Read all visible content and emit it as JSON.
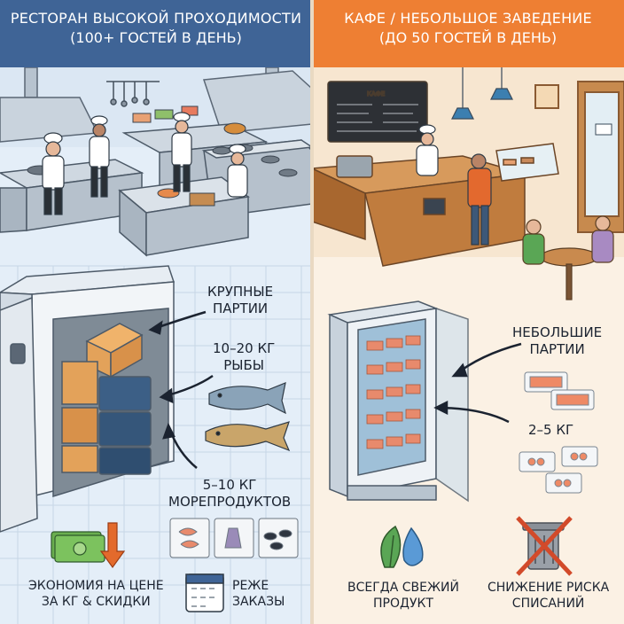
{
  "left": {
    "title": "РЕСТОРАН ВЫСОКОЙ ПРОХОДИМОСТИ",
    "subtitle": "(100+ ГОСТЕЙ В ДЕНЬ)",
    "big_batches": [
      "КРУПНЫЕ",
      "ПАРТИИ"
    ],
    "fish": [
      "10–20 КГ",
      "РЫБЫ"
    ],
    "seafood": [
      "5–10 КГ",
      "МОРЕПРОДУКТОВ"
    ],
    "savings": [
      "ЭКОНОМИЯ НА ЦЕНЕ",
      "ЗА КГ & СКИДКИ"
    ],
    "orders": [
      "РЕЖЕ",
      "ЗАКАЗЫ"
    ]
  },
  "right": {
    "title": "КАФЕ / НЕБОЛЬШОЕ ЗАВЕДЕНИЕ",
    "subtitle": "(ДО 50 ГОСТЕЙ В ДЕНЬ)",
    "small_batches": [
      "НЕБОЛЬШИЕ",
      "ПАРТИИ"
    ],
    "weight": "2–5 КГ",
    "fresh": [
      "ВСЕГДА СВЕЖИЙ",
      "ПРОДУКТ"
    ],
    "waste": [
      "СНИЖЕНИЕ РИСКА",
      "СПИСАНИЙ"
    ],
    "menu_board": "КАФЕ"
  },
  "colors": {
    "left_header": "#3f6496",
    "right_header": "#ee7f33",
    "left_bg": "#e4eef8",
    "right_bg": "#f9ecdc"
  }
}
